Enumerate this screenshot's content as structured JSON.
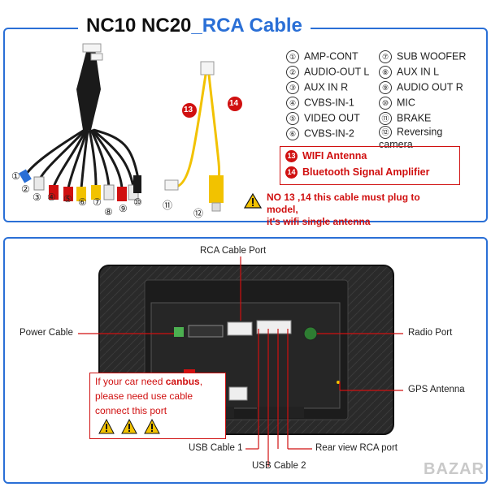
{
  "title": {
    "part1": "NC10 NC20",
    "part2": "_RCA Cable"
  },
  "legend_left": [
    {
      "num": "①",
      "label": "AMP-CONT"
    },
    {
      "num": "②",
      "label": "AUDIO-OUT L"
    },
    {
      "num": "③",
      "label": "AUX IN R"
    },
    {
      "num": "④",
      "label": "CVBS-IN-1"
    },
    {
      "num": "⑤",
      "label": "VIDEO OUT"
    },
    {
      "num": "⑥",
      "label": "CVBS-IN-2"
    }
  ],
  "legend_right": [
    {
      "num": "⑦",
      "label": "SUB WOOFER"
    },
    {
      "num": "⑧",
      "label": "AUX IN L"
    },
    {
      "num": "⑨",
      "label": "AUDIO OUT R"
    },
    {
      "num": "⑩",
      "label": "MIC"
    },
    {
      "num": "⑪",
      "label": "BRAKE"
    },
    {
      "num": "⑫",
      "label": "Reversing camera"
    }
  ],
  "red_items": [
    {
      "num": "13",
      "label": "WIFI Antenna"
    },
    {
      "num": "14",
      "label": "Bluetooth Signal Amplifier"
    }
  ],
  "note": {
    "line1": "NO 13 ,14 this cable must plug to model,",
    "line2": "it's wifi single antenna"
  },
  "cable_numbers": {
    "n1": "①",
    "n2": "②",
    "n3": "③",
    "n4": "④",
    "n5": "⑤",
    "n6": "⑥",
    "n7": "⑦",
    "n8": "⑧",
    "n9": "⑨",
    "n10": "⑩",
    "n11": "⑪",
    "n12": "⑫",
    "n13": "13",
    "n14": "14"
  },
  "callouts": {
    "rca_port": "RCA Cable Port",
    "power_cable": "Power Cable",
    "radio_port": "Radio Port",
    "gps_antenna": "GPS Antenna",
    "usb1": "USB Cable 1",
    "usb2": "USB Cable 2",
    "rear_view": "Rear view RCA port"
  },
  "canbus": {
    "line1_pre": "If your car need ",
    "line1_bold": "canbus",
    "line1_post": ",",
    "line2": "please need use cable",
    "line3": "connect this port"
  },
  "watermark": "BAZAR",
  "colors": {
    "blue": "#2a6fd6",
    "red": "#d01010",
    "yellow": "#f2c200"
  }
}
